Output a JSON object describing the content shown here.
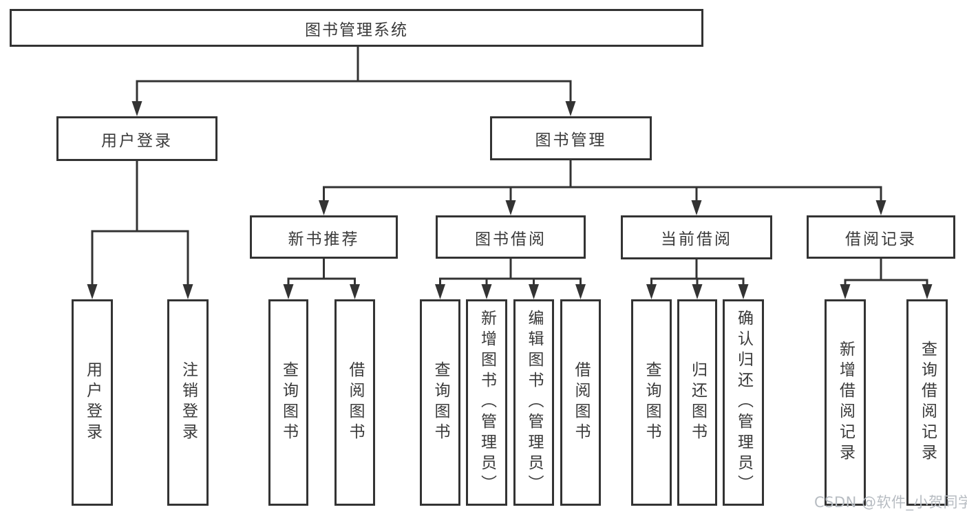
{
  "diagram": {
    "root": {
      "label": "图书管理系统"
    },
    "children": [
      {
        "label": "用户登录",
        "children": [
          {
            "label": "用户登录"
          },
          {
            "label": "注销登录"
          }
        ]
      },
      {
        "label": "图书管理",
        "children": [
          {
            "label": "新书推荐",
            "children": [
              {
                "label": "查询图书"
              },
              {
                "label": "借阅图书"
              }
            ]
          },
          {
            "label": "图书借阅",
            "children": [
              {
                "label": "查询图书"
              },
              {
                "label": "新增图书（管理员）"
              },
              {
                "label": "编辑图书（管理员）"
              },
              {
                "label": "借阅图书"
              }
            ]
          },
          {
            "label": "当前借阅",
            "children": [
              {
                "label": "查询图书"
              },
              {
                "label": "归还图书"
              },
              {
                "label": "确认归还（管理员）"
              }
            ]
          },
          {
            "label": "借阅记录",
            "children": [
              {
                "label": "新增借阅记录"
              },
              {
                "label": "查询借阅记录"
              }
            ]
          }
        ]
      }
    ]
  },
  "watermark": {
    "text": "CSDN @软件_小贺同学"
  },
  "colors": {
    "line": "#333333",
    "text": "#3a3a3a",
    "background": "#ffffff",
    "watermark": "#b7bcc2"
  }
}
